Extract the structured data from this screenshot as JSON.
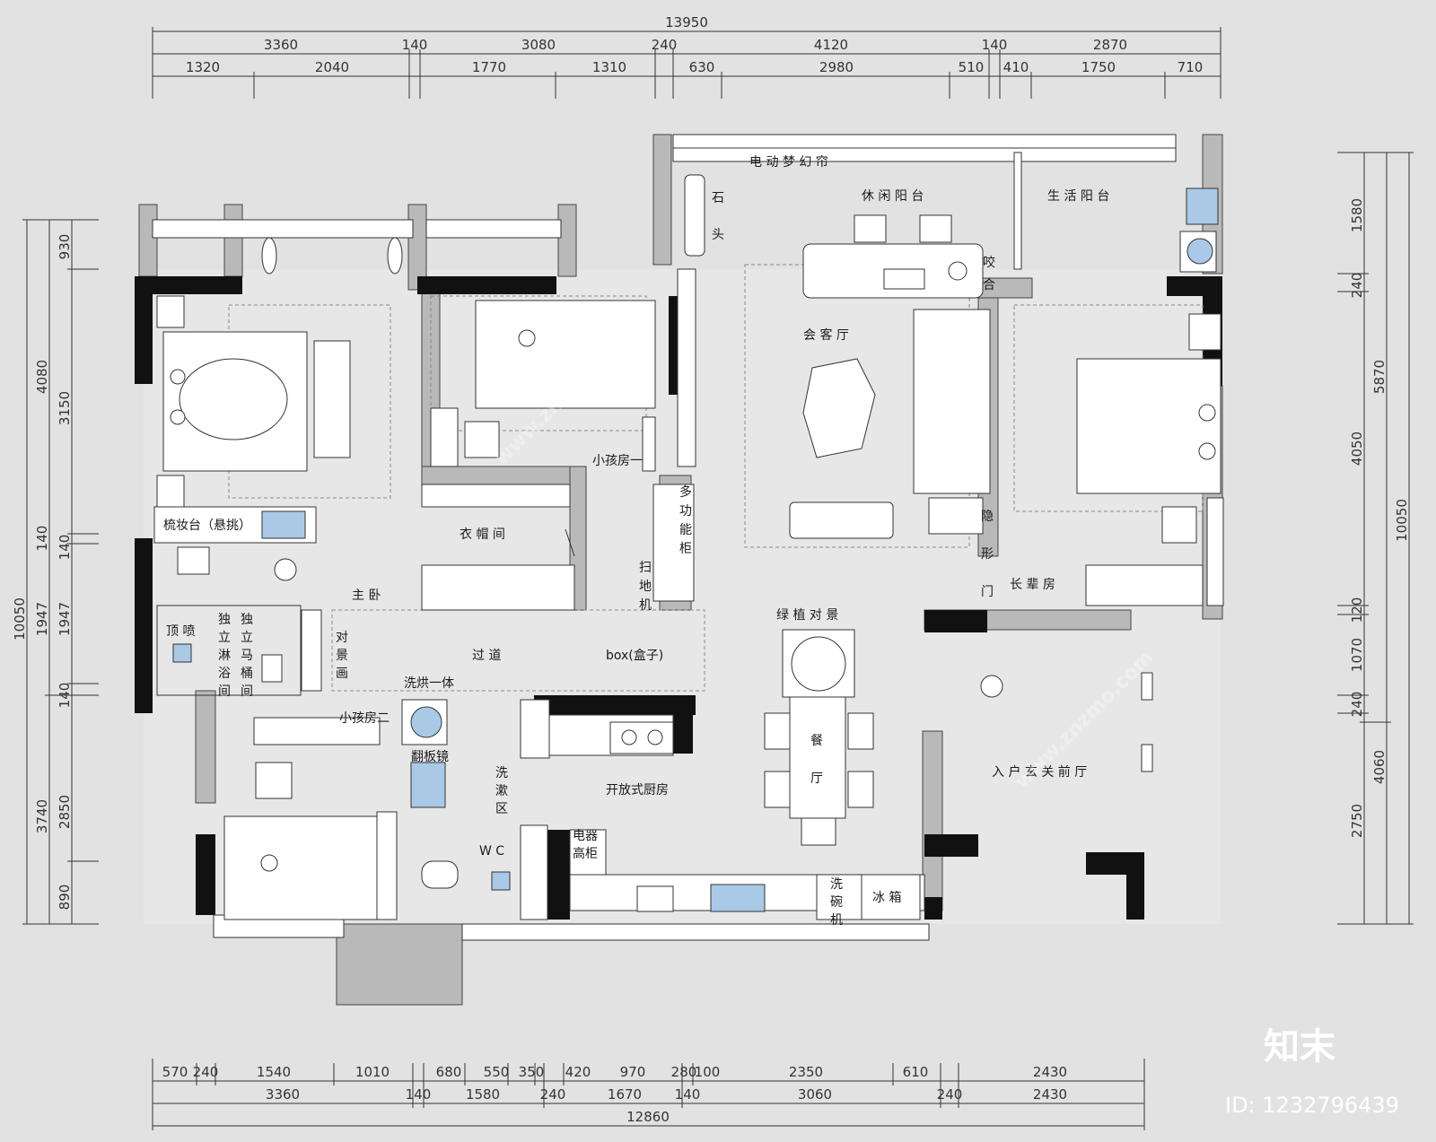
{
  "dimensions": {
    "top_total": "13950",
    "top_row1": [
      "3360",
      "140",
      "3080",
      "240",
      "4120",
      "140",
      "2870"
    ],
    "top_row2": [
      "1320",
      "2040",
      "1770",
      "1310",
      "630",
      "2980",
      "510",
      "410",
      "1750",
      "710"
    ],
    "bottom_row1": [
      "570",
      "240",
      "1540",
      "1010",
      "680",
      "550",
      "350",
      "420",
      "970",
      "280",
      "100",
      "2350",
      "610",
      "2430"
    ],
    "bottom_row2": [
      "3360",
      "140",
      "1580",
      "240",
      "1670",
      "140",
      "3060",
      "240",
      "2430"
    ],
    "bottom_total": "12860",
    "left_outer": [
      "3740",
      "10050",
      "140"
    ],
    "left_inner": [
      "930",
      "4080",
      "3150",
      "140",
      "1947",
      "1947",
      "140",
      "2850",
      "890"
    ],
    "right_outer": [
      "10050"
    ],
    "right_inner": [
      "1580",
      "240",
      "5870",
      "4050",
      "120",
      "1070",
      "240",
      "4060",
      "2750"
    ]
  },
  "rooms": {
    "curtain": "电 动 梦 幻 帘",
    "leisure_balcony": "休 闲 阳 台",
    "utility_balcony": "生 活 阳 台",
    "stone_1": "石",
    "stone_2": "头",
    "bite_1": "咬",
    "bite_2": "合",
    "living_room": "会 客 厅",
    "kid_room_1": "小孩房一",
    "multi_cabinet": [
      "多",
      "功",
      "能",
      "柜"
    ],
    "sweeper": [
      "扫",
      "地",
      "机"
    ],
    "wardrobe": "衣 帽 间",
    "dresser": "梳妆台（悬挑）",
    "master_bedroom": "主 卧",
    "ceiling_spray": "顶 喷",
    "shower": [
      "独",
      "立",
      "淋",
      "浴",
      "间"
    ],
    "toilet_room": [
      "独",
      "立",
      "马",
      "桶",
      "间"
    ],
    "scenery_painting": [
      "对",
      "景",
      "画"
    ],
    "corridor": "过 道",
    "box": "box(盒子)",
    "washer_dryer": "洗烘一体",
    "kid_room_2": "小孩房二",
    "flip_mirror": "翻板镜",
    "wash_area": [
      "洗",
      "漱",
      "区"
    ],
    "wc": "W C",
    "open_kitchen": "开放式厨房",
    "appliance_cabinet": [
      "电器",
      "高柜"
    ],
    "dishwasher": [
      "洗",
      "碗",
      "机"
    ],
    "fridge": "冰 箱",
    "green_scenery": "绿 植 对 景",
    "dining_1": "餐",
    "dining_2": "厅",
    "hidden_door": [
      "隐",
      "形",
      "门"
    ],
    "elder_room": "长 辈 房",
    "entrance_hall": "入 户 玄 关 前 厅"
  },
  "watermark": {
    "logo": "知末",
    "id": "ID: 1232796439",
    "site": "www.znzmo.com"
  },
  "colors": {
    "background": "#e2e2e2",
    "wall_solid": "#111111",
    "wall_grey": "#b9b9b9",
    "fixture_blue": "#a9c9e6"
  }
}
